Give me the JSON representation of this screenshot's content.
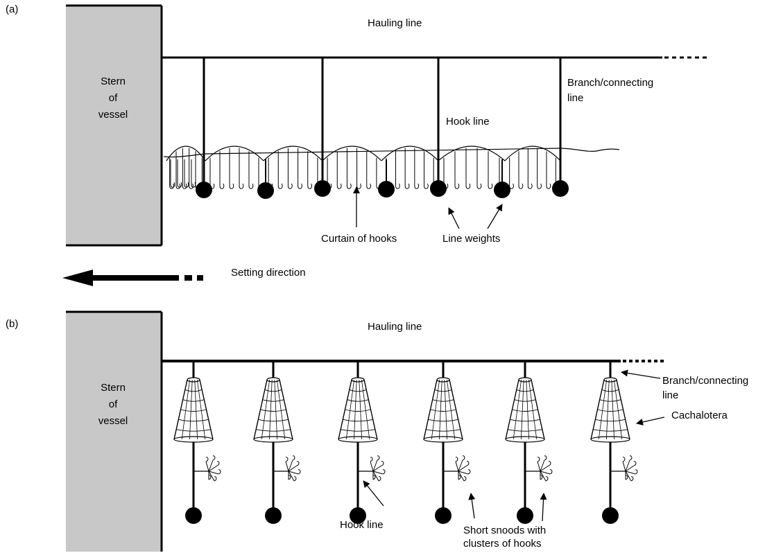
{
  "panel_a": {
    "label": "(a)",
    "stern_label": [
      "Stern",
      "of",
      "vessel"
    ],
    "hauling_line_label": "Hauling line",
    "branch_label": [
      "Branch/connecting",
      "line"
    ],
    "hook_line_label": "Hook line",
    "curtain_label": "Curtain of hooks",
    "weights_label": "Line weights"
  },
  "setting_direction_label": "Setting direction",
  "panel_b": {
    "label": "(b)",
    "stern_label": [
      "Stern",
      "of",
      "vessel"
    ],
    "hauling_line_label": "Hauling line",
    "branch_label": [
      "Branch/connecting",
      "line"
    ],
    "cachalotera_label": "Cachalotera",
    "hook_line_label": "Hook line",
    "snoods_label": [
      "Short snoods with",
      "clusters of hooks"
    ]
  },
  "colors": {
    "stern_fill": "#c8c8c8",
    "line": "#000000"
  }
}
